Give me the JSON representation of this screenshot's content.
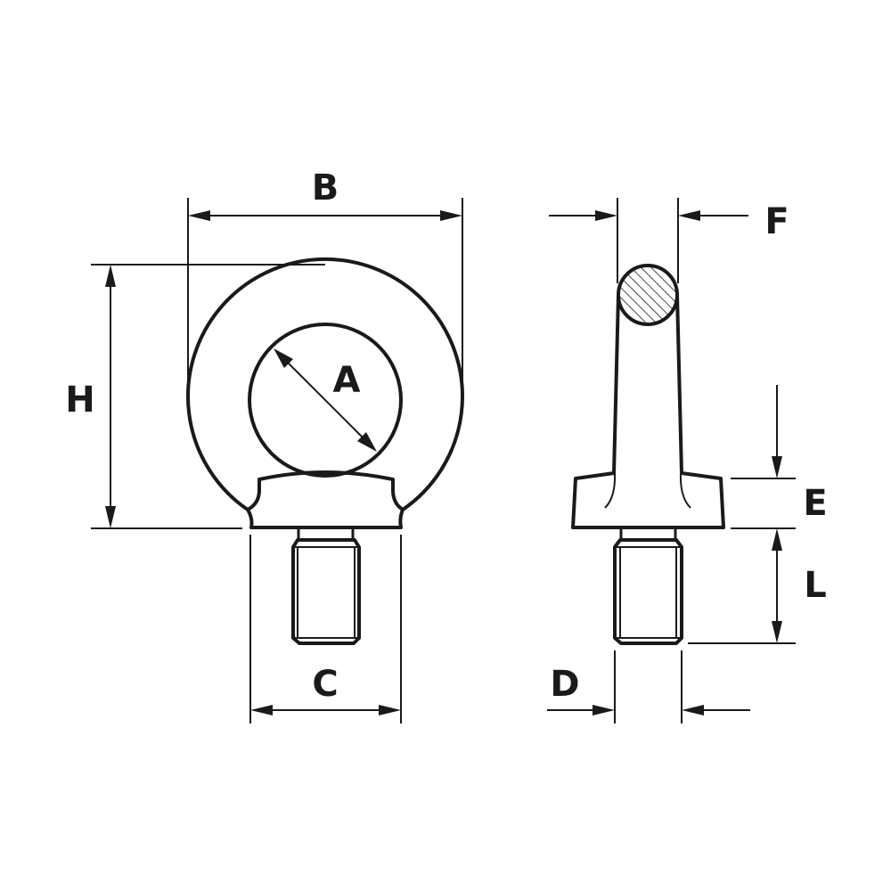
{
  "diagram": {
    "line_color": "#1a1a1a",
    "background": "#ffffff",
    "labels": {
      "a": "A",
      "b": "B",
      "c": "C",
      "d": "D",
      "e": "E",
      "f": "F",
      "h": "H",
      "l": "L"
    }
  }
}
